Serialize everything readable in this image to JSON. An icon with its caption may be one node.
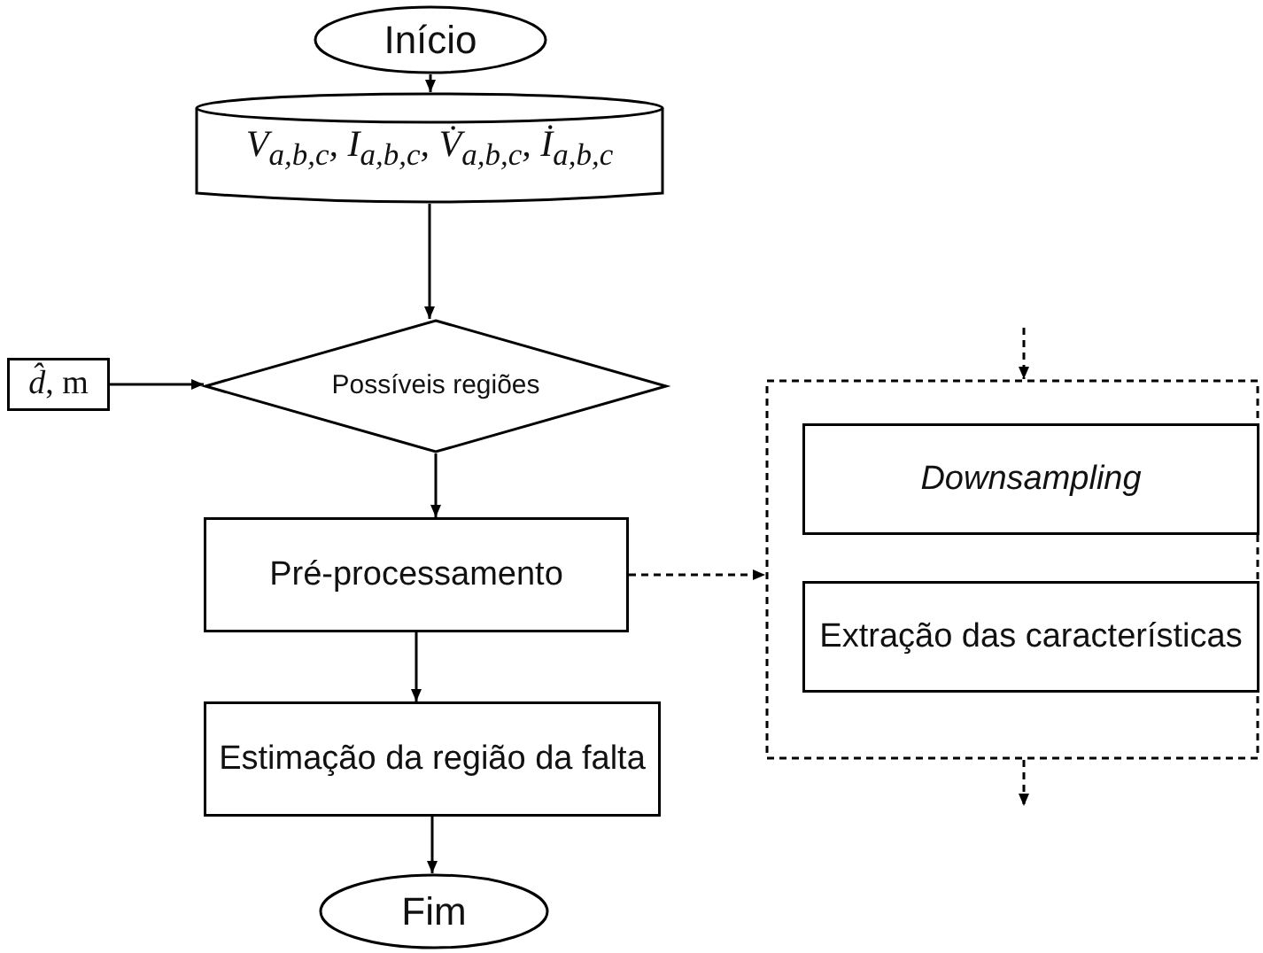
{
  "diagram": {
    "nodes": [
      {
        "text": [
          "Início"
        ]
      },
      {
        "text": [
          "V$_{a,b,c}$, I$_{a,b,c}$, V̇$_{a,b,c}$, İ$_{a,b,c}$"
        ]
      },
      {
        "text": [
          "Possíveis regiões"
        ]
      },
      {
        "text": [
          "*d̂*, m"
        ]
      },
      {
        "text": [
          "Pré-processamento"
        ]
      },
      {
        "text": [
          "Estimação da região da falta"
        ]
      },
      {
        "text": [
          "Fim"
        ]
      },
      {
        "text": [],
        "shape": "box"
      },
      {
        "text": [
          "Downsampling"
        ],
        "in": 7
      },
      {
        "text": [
          "Extração das características"
        ],
        "in": 7
      }
    ],
    "edges": [
      {
        "from": 0,
        "to": 1,
        "arrow": "to"
      },
      {
        "from": 1,
        "to": 2,
        "arrow": "to"
      },
      {
        "from": 3,
        "to": 2,
        "arrow": "to"
      },
      {
        "from": 2,
        "to": 4,
        "arrow": "to"
      },
      {
        "from": 4,
        "to": 5,
        "arrow": "to"
      },
      {
        "from": 5,
        "to": 6,
        "arrow": "to"
      },
      {
        "from": 4,
        "to": 7,
        "arrow": "to",
        "style": "dashed"
      },
      {
        "from": null,
        "to": 7,
        "arrow": "to",
        "style": "dashed"
      },
      {
        "from": 7,
        "to": null,
        "arrow": "to",
        "style": "dashed"
      }
    ]
  }
}
